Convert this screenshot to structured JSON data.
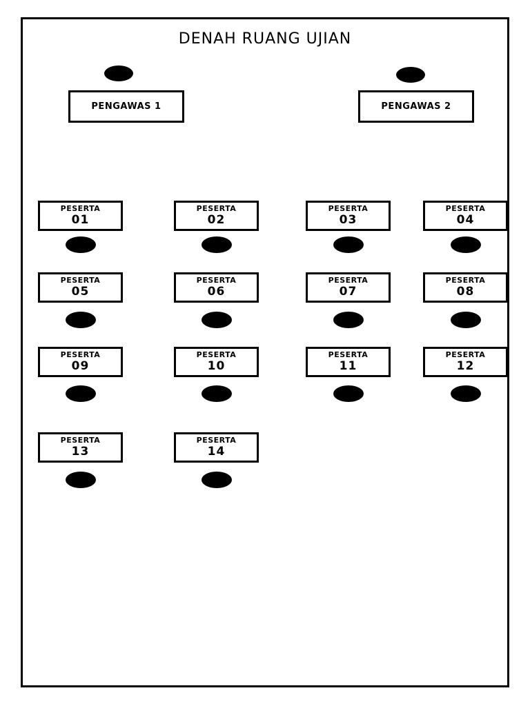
{
  "title": "DENAH RUANG UJIAN",
  "seat_label": "PESERTA",
  "supervisors": [
    {
      "label": "PENGAWAS 1"
    },
    {
      "label": "PENGAWAS 2"
    }
  ],
  "seats": [
    "01",
    "02",
    "03",
    "04",
    "05",
    "06",
    "07",
    "08",
    "09",
    "10",
    "11",
    "12",
    "13",
    "14"
  ],
  "colors": {
    "ink": "#000000",
    "paper": "#ffffff"
  }
}
